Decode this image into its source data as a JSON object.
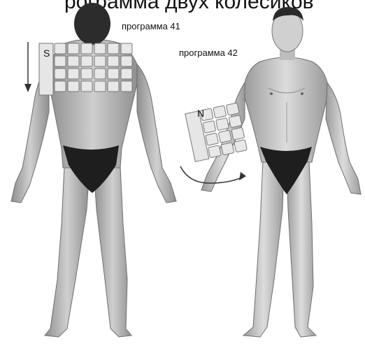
{
  "header": {
    "cut_title": "рограмма  двух колесиков"
  },
  "labels": {
    "program_1": "программа 41",
    "program_2": "программа 42"
  },
  "devices": {
    "back_device_pole": "S",
    "arm_device_pole": "N"
  },
  "colors": {
    "skin": "#c9c9c9",
    "skin_shadow": "#9a9a9a",
    "hair": "#2a2a2a",
    "briefs": "#1e1e1e",
    "device": "#e8e8e8",
    "device_outline": "#777777"
  }
}
